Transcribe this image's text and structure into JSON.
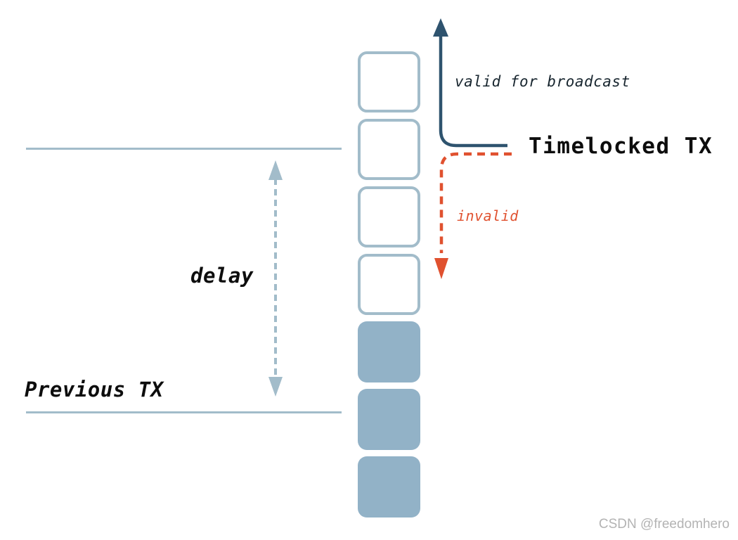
{
  "diagram": {
    "title_semantic": "timelocked transaction diagram",
    "labels": {
      "valid_for_broadcast": "valid for broadcast",
      "timelocked_tx": "Timelocked TX",
      "invalid": "invalid",
      "delay": "delay",
      "previous_tx": "Previous TX"
    },
    "blocks": [
      "future",
      "future",
      "future",
      "future",
      "mined",
      "mined",
      "mined"
    ],
    "block_counts": {
      "future_outlined": 4,
      "mined_filled": 3
    },
    "colors": {
      "navy": "#2e536e",
      "orange_red": "#e0512f",
      "steel_blue": "#a2bcca",
      "block_fill": "#92b2c7",
      "label_dark": "#18262f",
      "text_black": "#0d0d0d",
      "watermark_gray": "#b3b3b3"
    }
  },
  "watermark": {
    "text": "CSDN @freedomhero"
  }
}
